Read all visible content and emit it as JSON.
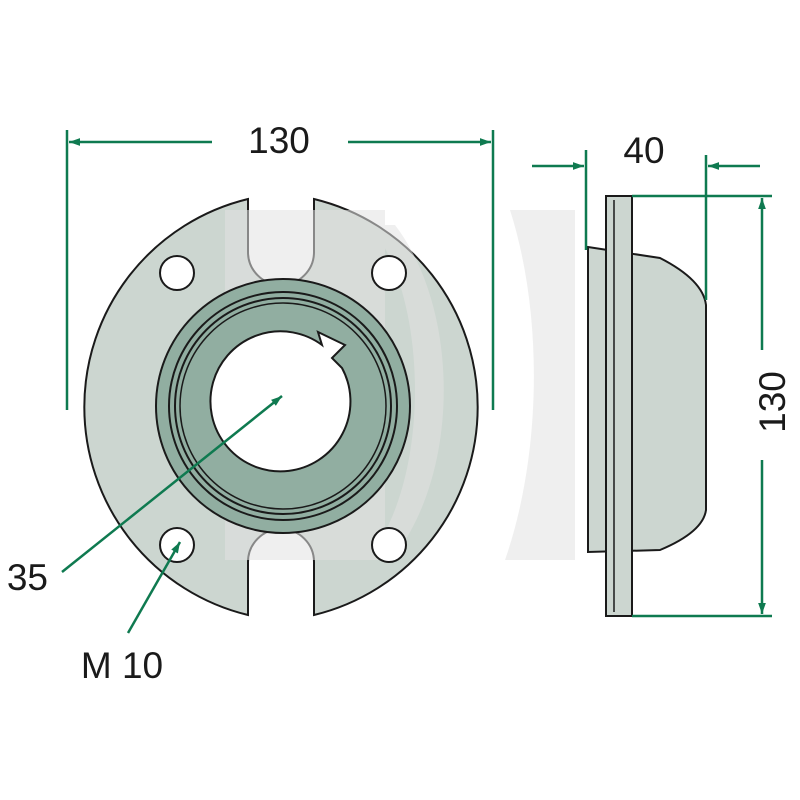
{
  "dimensions": {
    "front_width": "130",
    "side_thickness": "40",
    "side_height": "130",
    "bore_diameter": "35",
    "hole_thread": "M 10"
  },
  "colors": {
    "part_fill": "#ccd6d0",
    "inner_fill": "#91aea1",
    "dim_line": "#0f7a50",
    "outline": "#1a1a1a",
    "watermark": "#e2e2e2"
  }
}
